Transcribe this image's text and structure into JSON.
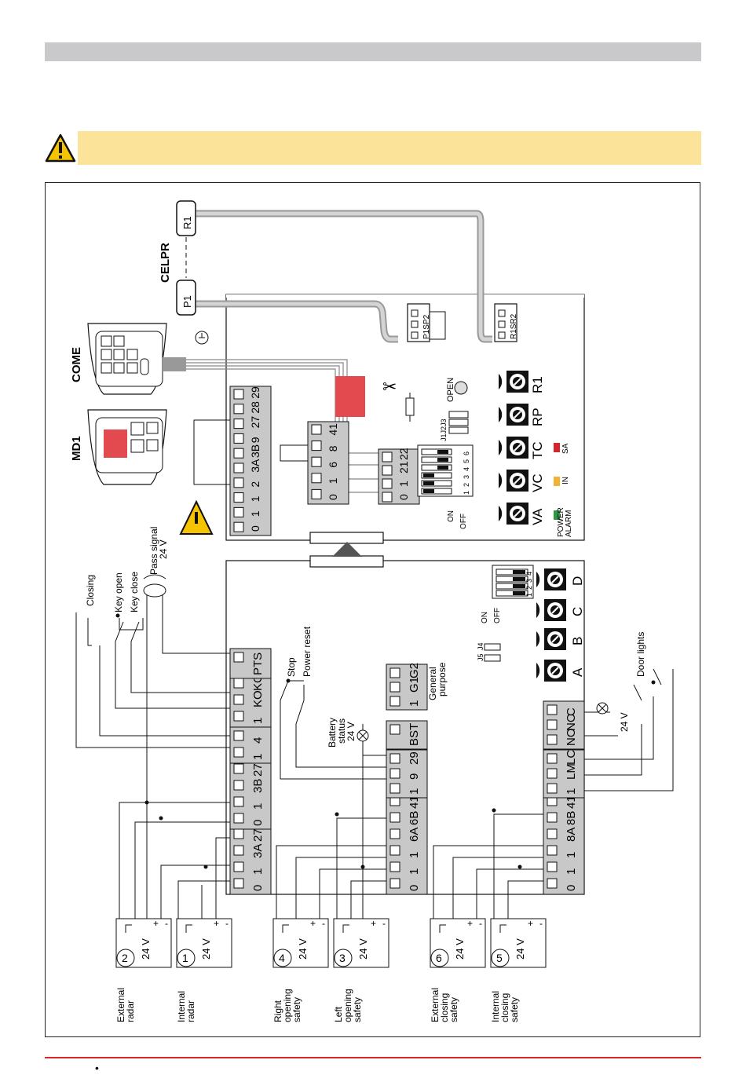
{
  "terminals": {
    "lower": {
      "g_pts": [
        "PTS"
      ],
      "g_kokc": [
        "1",
        "KO",
        "KC"
      ],
      "g_14": [
        "1",
        "4"
      ],
      "g_013b27": [
        "0",
        "1",
        "3B",
        "27"
      ],
      "g_013a27": [
        "0",
        "1",
        "3A",
        "27"
      ],
      "g_battery": [
        "BST"
      ],
      "g_stop": [
        "1",
        "9",
        "29"
      ],
      "g_general": [
        "1",
        "G1",
        "G2"
      ],
      "g_opening": [
        "0",
        "1",
        "1",
        "6A",
        "6B",
        "41"
      ],
      "g_closing": [
        "0",
        "1",
        "1",
        "8A",
        "8B",
        "41"
      ],
      "g_lights": [
        "NO",
        "NC",
        "C"
      ],
      "g_lm": [
        "1",
        "LM",
        "LC"
      ]
    },
    "upper": {
      "g_main": [
        "0",
        "1",
        "1",
        "2",
        "3A",
        "3B",
        "9",
        "27",
        "28",
        "29"
      ],
      "g_mid": [
        "0",
        "1",
        "6",
        "8",
        "41"
      ],
      "g_small": [
        "0",
        "1",
        "21",
        "22"
      ],
      "p1sp2": "P1SP2",
      "r1sr2": "R1SR2"
    }
  },
  "modules": {
    "celpr": "CELPR",
    "r1": "R1",
    "p1": "P1",
    "come": "COME",
    "md1": "MD1"
  },
  "buttons": {
    "upper": [
      "VA",
      "VC",
      "TC",
      "RP",
      "R1"
    ],
    "lower": [
      "A",
      "B",
      "C",
      "D"
    ]
  },
  "leds": {
    "power_alarm": [
      "POWER",
      "ALARM"
    ],
    "in": "IN",
    "sa": "SA",
    "power_color": "#2e9a48",
    "in_color": "#f2b233",
    "sa_color": "#d7262b"
  },
  "switches": {
    "on": "ON",
    "off": "OFF",
    "upper_numbers": [
      "1",
      "2",
      "3",
      "4",
      "5",
      "6"
    ],
    "lower_numbers": [
      "1",
      "2",
      "3",
      "4"
    ],
    "open": "OPEN",
    "jumpers_upper": "J1J2J3",
    "jumpers_lower": [
      "J4",
      "J5"
    ]
  },
  "labels": {
    "closing": "Closing",
    "key_open": "Key open",
    "key_close": "Key close",
    "pass_signal": [
      "Pass signal",
      "24 V"
    ],
    "stop": "Stop",
    "power_reset": "Power reset",
    "battery_status": [
      "Battery",
      "status",
      "24 V"
    ],
    "general_purpose": [
      "General",
      "purpose"
    ],
    "door_lights": "Door lights",
    "v24": "24 V"
  },
  "sensors": [
    {
      "num": "2",
      "name": [
        "External",
        "radar"
      ]
    },
    {
      "num": "1",
      "name": [
        "Internal",
        "radar"
      ]
    },
    {
      "num": "4",
      "name": [
        "Right",
        "opening",
        "safety"
      ]
    },
    {
      "num": "3",
      "name": [
        "Left",
        "opening",
        "safety"
      ]
    },
    {
      "num": "6",
      "name": [
        "External",
        "closing",
        "safety"
      ]
    },
    {
      "num": "5",
      "name": [
        "Internal",
        "closing",
        "safety"
      ]
    }
  ],
  "footer": {
    "dot": "•"
  },
  "colors": {
    "warning_band": "#fbe49a",
    "header_bar": "#c9c9cb",
    "footer_line": "#d8262b",
    "terminal_fill": "#c8c8c8",
    "cable": "#b5b5b5"
  }
}
